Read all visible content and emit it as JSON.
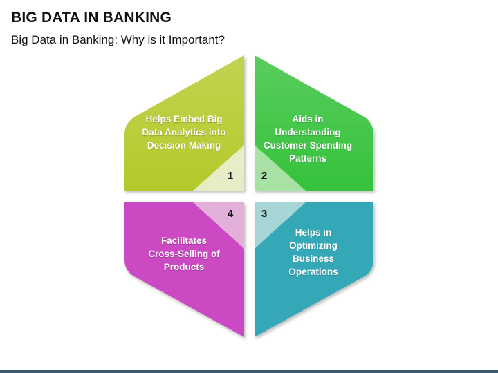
{
  "header": {
    "title": "BIG DATA IN BANKING",
    "subtitle": "Big Data in Banking: Why is it Important?"
  },
  "segments": [
    {
      "number": "1",
      "color": "#b5c92a",
      "lines": [
        "Helps Embed Big",
        "Data Analytics into",
        "Decision Making"
      ]
    },
    {
      "number": "2",
      "color": "#34c23a",
      "lines": [
        "Aids in",
        "Understanding",
        "Customer Spending",
        "Patterns"
      ]
    },
    {
      "number": "3",
      "color": "#36a8b8",
      "lines": [
        "Helps in",
        "Optimizing",
        "Business",
        "Operations"
      ]
    },
    {
      "number": "4",
      "color": "#cb48c2",
      "lines": [
        "Facilitates",
        "Cross-Selling of",
        "Products"
      ]
    }
  ],
  "colors": {
    "center_light": "#f3f5ea",
    "footer_bar": "#3d5a73"
  }
}
